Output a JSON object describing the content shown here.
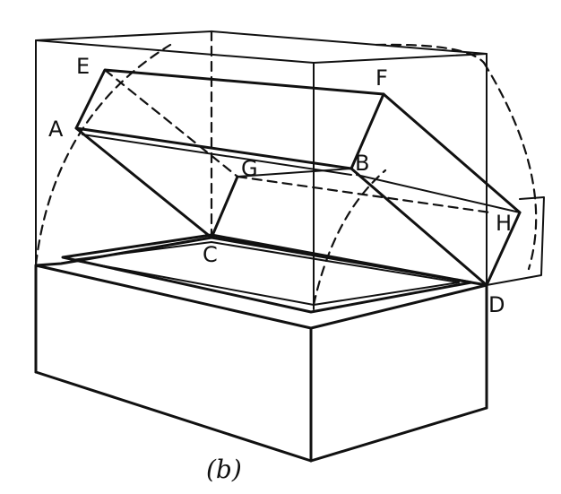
{
  "figure": {
    "caption": "(b)",
    "vertex_labels": {
      "A": "A",
      "B": "B",
      "C": "C",
      "D": "D",
      "E": "E",
      "F": "F",
      "G": "G",
      "H": "H"
    }
  }
}
